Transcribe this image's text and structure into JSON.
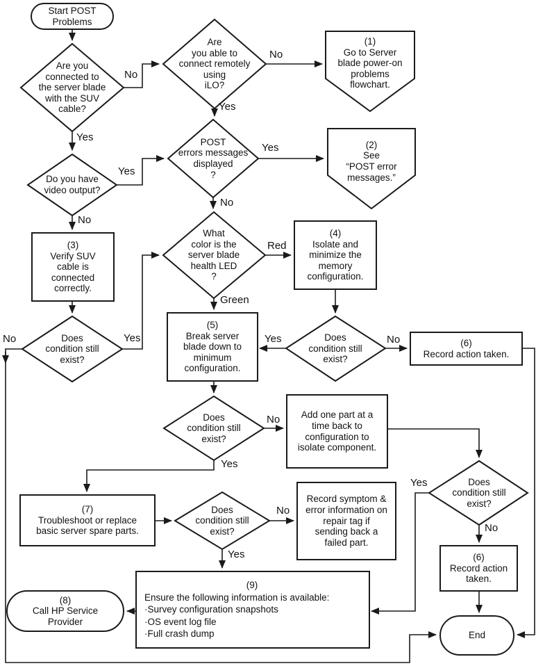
{
  "labels": {
    "yes": "Yes",
    "no": "No",
    "red": "Red",
    "green": "Green"
  },
  "nodes": {
    "start": {
      "label": "Start POST\nProblems"
    },
    "suv": {
      "label": "Are you\nconnected to\nthe server blade\nwith the SUV\ncable?"
    },
    "ilo": {
      "label": "Are\nyou able to\nconnect remotely\nusing\niLO?"
    },
    "p1": {
      "label": "(1)\nGo to Server\nblade power-on\nproblems\nflowchart."
    },
    "post": {
      "label": "POST\nerrors messages\ndisplayed\n?"
    },
    "p2": {
      "label": "(2)\nSee\n“POST error\nmessages.”"
    },
    "video": {
      "label": "Do you have\nvideo output?"
    },
    "b3": {
      "label": "(3)\nVerify SUV\ncable is\nconnected\ncorrectly."
    },
    "led": {
      "label": "What\ncolor is the\nserver blade\nhealth LED\n?"
    },
    "b4": {
      "label": "(4)\nIsolate and\nminimize the\nmemory\nconfiguration."
    },
    "cond1": {
      "label": "Does\ncondition still\nexist?"
    },
    "b5": {
      "label": "(5)\nBreak server\nblade down to\nminimum\nconfiguration."
    },
    "cond2": {
      "label": "Does\ncondition still\nexist?"
    },
    "b6a": {
      "label": "(6)\nRecord action taken."
    },
    "cond3": {
      "label": "Does\ncondition still\nexist?"
    },
    "add_part": {
      "label": "Add one part at a\ntime back to\nconfiguration to\nisolate component."
    },
    "cond4": {
      "label": "Does\ncondition still\nexist?"
    },
    "b7": {
      "label": "(7)\nTroubleshoot or replace\nbasic server spare parts."
    },
    "cond5": {
      "label": "Does\ncondition still\nexist?"
    },
    "record_symptom": {
      "label": "Record symptom &\nerror information on\nrepair tag if\nsending back a\nfailed part."
    },
    "b6b": {
      "label": "(6)\nRecord action\ntaken."
    },
    "b9": {
      "num": "(9)",
      "label": "Ensure the following information is available:\n·Survey configuration snapshots\n·OS event log file\n·Full crash dump"
    },
    "call_hp": {
      "label": "(8)\nCall HP Service\nProvider"
    },
    "end": {
      "label": "End"
    }
  },
  "colors": {
    "line": "#1a1a1a",
    "fill": "#ffffff"
  }
}
